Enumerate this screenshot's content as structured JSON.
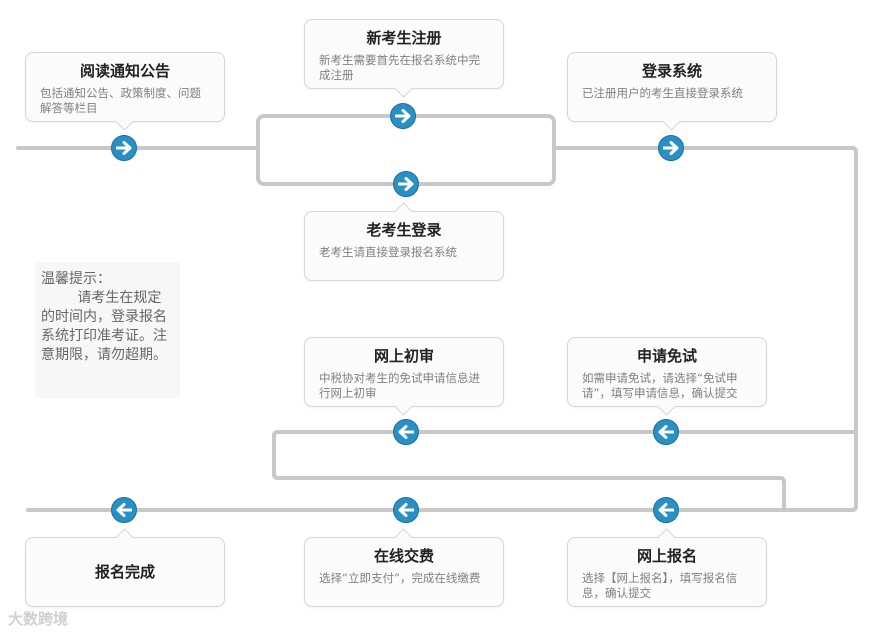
{
  "steps": {
    "read_notice": {
      "title": "阅读通知公告",
      "desc": "包括通知公告、政策制度、问题解答等栏目"
    },
    "new_register": {
      "title": "新考生注册",
      "desc": "新考生需要首先在报名系统中完成注册"
    },
    "old_login": {
      "title": "老考生登录",
      "desc": "老考生请直接登录报名系统"
    },
    "login_system": {
      "title": "登录系统",
      "desc": "已注册用户的考生直接登录系统"
    },
    "online_review": {
      "title": "网上初审",
      "desc": "中税协对考生的免试申请信息进行网上初审"
    },
    "apply_exemption": {
      "title": "申请免试",
      "desc": "如需申请免试，请选择“免试申请”，填写申请信息，确认提交"
    },
    "signup_done": {
      "title": "报名完成",
      "desc": ""
    },
    "online_payment": {
      "title": "在线交费",
      "desc": "选择“立即支付”，完成在线缴费"
    },
    "online_signup": {
      "title": "网上报名",
      "desc": "选择【网上报名】，填写报名信息，确认提交"
    }
  },
  "tip": {
    "heading": "温馨提示：",
    "body": "请考生在规定的时间内，登录报名系统打印准考证。注意期限，请勿超期。"
  },
  "watermark": "大数跨境",
  "colors": {
    "node_fill": "#2a90c4",
    "line": "#c8c8c8",
    "card_border": "#d6d6d6"
  },
  "icons": {
    "right_node": "arrow-right-icon",
    "left_node": "arrow-left-icon"
  }
}
